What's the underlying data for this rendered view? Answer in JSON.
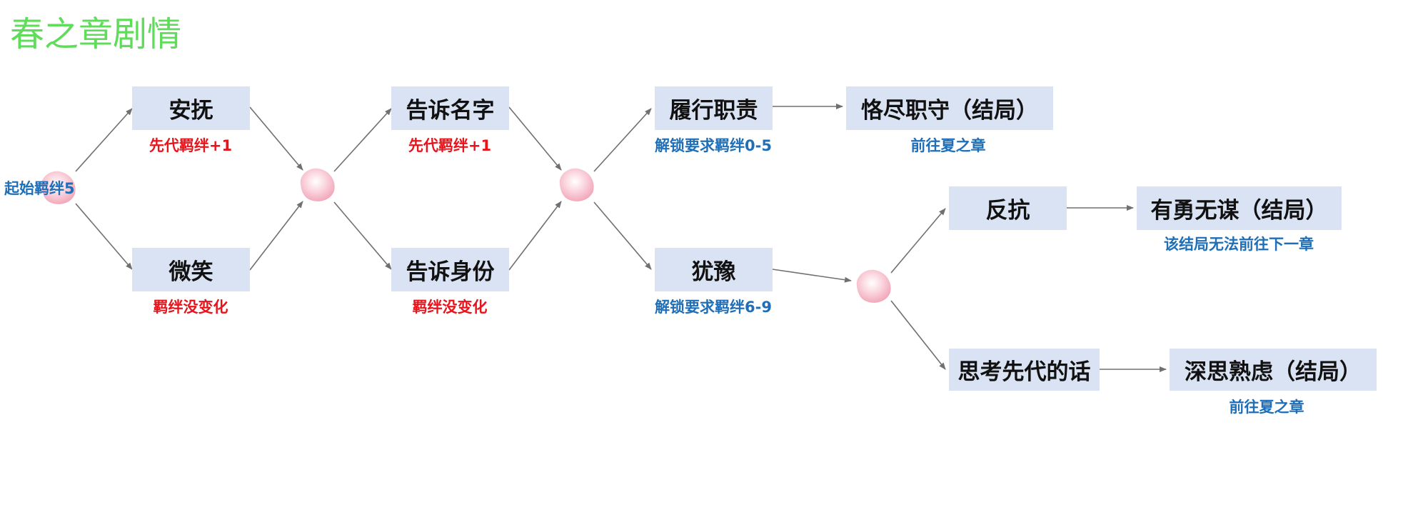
{
  "title": "春之章剧情",
  "start_label": "起始羁绊5",
  "nodes": {
    "anfu": "安抚",
    "weixiao": "微笑",
    "gaosu_mingzi": "告诉名字",
    "gaosu_shenfen": "告诉身份",
    "lvxing_zhize": "履行职责",
    "youyu": "犹豫",
    "kejin_zhishou": "恪尽职守（结局）",
    "fankang": "反抗",
    "sikao": "思考先代的话",
    "youyong_wumou": "有勇无谋（结局）",
    "shensi_shulv": "深思熟虑（结局）"
  },
  "notes": {
    "anfu": "先代羁绊+1",
    "weixiao": "羁绊没变化",
    "gaosu_mingzi": "先代羁绊+1",
    "gaosu_shenfen": "羁绊没变化",
    "lvxing_zhize": "解锁要求羁绊0-5",
    "youyu": "解锁要求羁绊6-9",
    "kejin_zhishou": "前往夏之章",
    "youyong_wumou": "该结局无法前往下一章",
    "shensi_shulv": "前往夏之章"
  },
  "colors": {
    "title": "#5fdc5a",
    "box_fill": "#dae3f3",
    "note_red": "#e8141b",
    "note_blue": "#1f6fb8",
    "arrow": "#707070",
    "petal": "#f7c6d2"
  },
  "icons": {
    "junction": "cherry-petal-icon"
  }
}
